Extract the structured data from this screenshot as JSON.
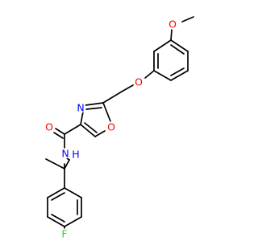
{
  "colors": {
    "carbon_bond": "#000000",
    "oxygen": "#ff0000",
    "nitrogen": "#0000ff",
    "fluorine": "#33cc33",
    "background": "#ffffff"
  },
  "atoms": {
    "methoxy_oxygen": "O",
    "ether_oxygen": "O",
    "oxazole_nitrogen": "N",
    "oxazole_oxygen": "O",
    "carbonyl_oxygen": "O",
    "amide_nitrogen": "N",
    "amide_hydrogen": "H",
    "fluorine": "F"
  }
}
